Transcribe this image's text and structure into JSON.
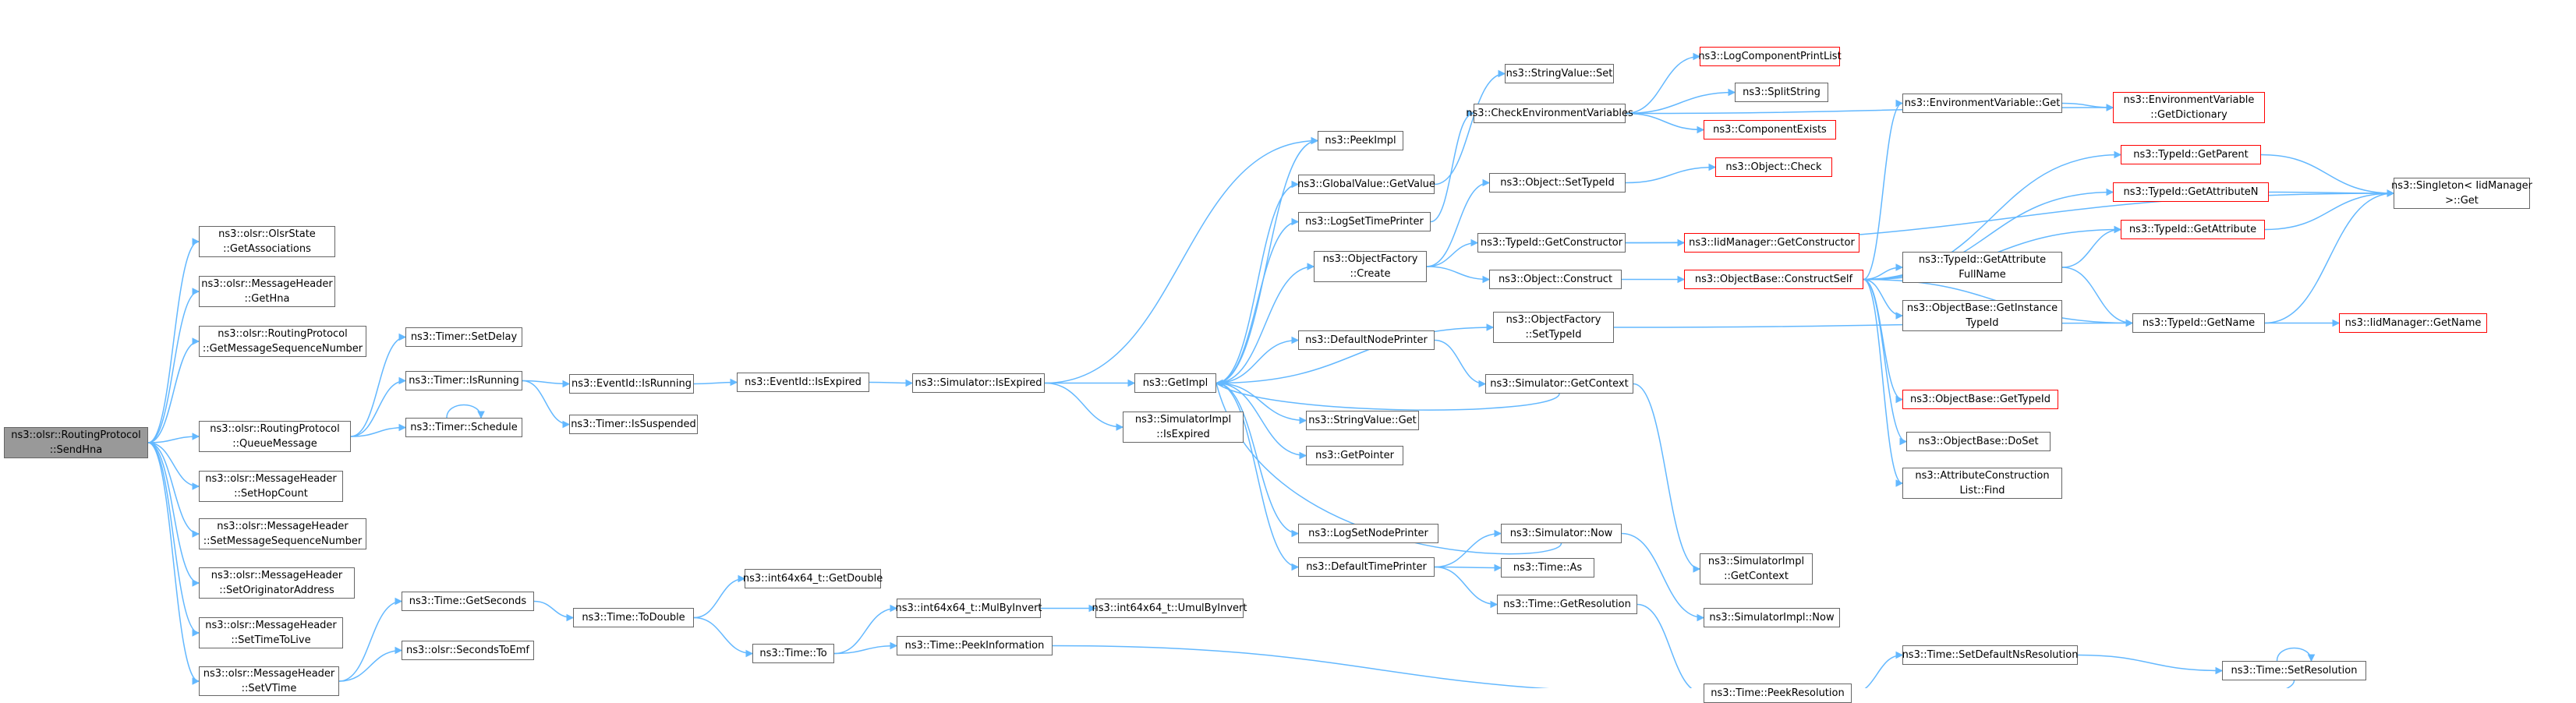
{
  "graph": {
    "title": "",
    "edge_color": "#63b8ff",
    "node_border_color": "#666666",
    "truncated_node_border_color": "#ff0000",
    "root_fill_color": "#999999",
    "nodes": [
      {
        "id": "root",
        "lines": [
          "ns3::olsr::RoutingProtocol",
          "::SendHna"
        ],
        "root": true
      },
      {
        "id": "getassoc",
        "lines": [
          "ns3::olsr::OlsrState",
          "::GetAssociations"
        ]
      },
      {
        "id": "gethna",
        "lines": [
          "ns3::olsr::MessageHeader",
          "::GetHna"
        ]
      },
      {
        "id": "getmsn",
        "lines": [
          "ns3::olsr::RoutingProtocol",
          "::GetMessageSequenceNumber"
        ]
      },
      {
        "id": "queuemsg",
        "lines": [
          "ns3::olsr::RoutingProtocol",
          "::QueueMessage"
        ]
      },
      {
        "id": "sethop",
        "lines": [
          "ns3::olsr::MessageHeader",
          "::SetHopCount"
        ]
      },
      {
        "id": "setmsn",
        "lines": [
          "ns3::olsr::MessageHeader",
          "::SetMessageSequenceNumber"
        ]
      },
      {
        "id": "setorig",
        "lines": [
          "ns3::olsr::MessageHeader",
          "::SetOriginatorAddress"
        ]
      },
      {
        "id": "setttl",
        "lines": [
          "ns3::olsr::MessageHeader",
          "::SetTimeToLive"
        ]
      },
      {
        "id": "setvtime",
        "lines": [
          "ns3::olsr::MessageHeader",
          "::SetVTime"
        ]
      },
      {
        "id": "timerdelay",
        "lines": [
          "ns3::Timer::SetDelay"
        ]
      },
      {
        "id": "timerrunning",
        "lines": [
          "ns3::Timer::IsRunning"
        ]
      },
      {
        "id": "timerschedule",
        "lines": [
          "ns3::Timer::Schedule"
        ]
      },
      {
        "id": "timegetseconds",
        "lines": [
          "ns3::Time::GetSeconds"
        ]
      },
      {
        "id": "secondstoemf",
        "lines": [
          "ns3::olsr::SecondsToEmf"
        ]
      },
      {
        "id": "eventrunning",
        "lines": [
          "ns3::EventId::IsRunning"
        ]
      },
      {
        "id": "timersuspended",
        "lines": [
          "ns3::Timer::IsSuspended"
        ]
      },
      {
        "id": "timetodouble",
        "lines": [
          "ns3::Time::ToDouble"
        ]
      },
      {
        "id": "eventexpired",
        "lines": [
          "ns3::EventId::IsExpired"
        ]
      },
      {
        "id": "int64getdouble",
        "lines": [
          "ns3::int64x64_t::GetDouble"
        ]
      },
      {
        "id": "timeto",
        "lines": [
          "ns3::Time::To"
        ]
      },
      {
        "id": "simexpired",
        "lines": [
          "ns3::Simulator::IsExpired"
        ]
      },
      {
        "id": "mulbyinvert",
        "lines": [
          "ns3::int64x64_t::MulByInvert"
        ]
      },
      {
        "id": "peekinfo",
        "lines": [
          "ns3::Time::PeekInformation"
        ]
      },
      {
        "id": "getimpl",
        "lines": [
          "ns3::GetImpl"
        ]
      },
      {
        "id": "simimplexpired",
        "lines": [
          "ns3::SimulatorImpl",
          "::IsExpired"
        ]
      },
      {
        "id": "umulbyinvert",
        "lines": [
          "ns3::int64x64_t::UmulByInvert"
        ]
      },
      {
        "id": "peekimpl",
        "lines": [
          "ns3::PeekImpl"
        ]
      },
      {
        "id": "globalvalue",
        "lines": [
          "ns3::GlobalValue::GetValue"
        ]
      },
      {
        "id": "logsettimeprinter",
        "lines": [
          "ns3::LogSetTimePrinter"
        ]
      },
      {
        "id": "objfactorycreate",
        "lines": [
          "ns3::ObjectFactory",
          "::Create"
        ]
      },
      {
        "id": "defaultnodeprinter",
        "lines": [
          "ns3::DefaultNodePrinter"
        ]
      },
      {
        "id": "stringvalueget",
        "lines": [
          "ns3::StringValue::Get"
        ]
      },
      {
        "id": "getpointer",
        "lines": [
          "ns3::GetPointer"
        ]
      },
      {
        "id": "logsetnodeprinter",
        "lines": [
          "ns3::LogSetNodePrinter"
        ]
      },
      {
        "id": "defaulttimeprinter",
        "lines": [
          "ns3::DefaultTimePrinter"
        ]
      },
      {
        "id": "stringvalueset",
        "lines": [
          "ns3::StringValue::Set"
        ]
      },
      {
        "id": "checkenv",
        "lines": [
          "ns3::CheckEnvironmentVariables"
        ]
      },
      {
        "id": "objsettypeid",
        "lines": [
          "ns3::Object::SetTypeId"
        ]
      },
      {
        "id": "typeidgetconstructor",
        "lines": [
          "ns3::TypeId::GetConstructor"
        ]
      },
      {
        "id": "objconstruct",
        "lines": [
          "ns3::Object::Construct"
        ]
      },
      {
        "id": "objfactorysettypeid",
        "lines": [
          "ns3::ObjectFactory",
          "::SetTypeId"
        ]
      },
      {
        "id": "simgetcontext",
        "lines": [
          "ns3::Simulator::GetContext"
        ]
      },
      {
        "id": "simnow",
        "lines": [
          "ns3::Simulator::Now"
        ]
      },
      {
        "id": "timeas",
        "lines": [
          "ns3::Time::As"
        ]
      },
      {
        "id": "timegetres",
        "lines": [
          "ns3::Time::GetResolution"
        ]
      },
      {
        "id": "logcompprint",
        "lines": [
          "ns3::LogComponentPrintList"
        ],
        "red": true
      },
      {
        "id": "splitstring",
        "lines": [
          "ns3::SplitString"
        ]
      },
      {
        "id": "compexists",
        "lines": [
          "ns3::ComponentExists"
        ],
        "red": true
      },
      {
        "id": "objcheck",
        "lines": [
          "ns3::Object::Check"
        ],
        "red": true
      },
      {
        "id": "iidgetconstructor",
        "lines": [
          "ns3::IidManager::GetConstructor"
        ],
        "red": true
      },
      {
        "id": "constructself",
        "lines": [
          "ns3::ObjectBase::ConstructSelf"
        ],
        "red": true
      },
      {
        "id": "simimplgetcontext",
        "lines": [
          "ns3::SimulatorImpl",
          "::GetContext"
        ]
      },
      {
        "id": "simimplnow",
        "lines": [
          "ns3::SimulatorImpl::Now"
        ]
      },
      {
        "id": "peekres",
        "lines": [
          "ns3::Time::PeekResolution"
        ]
      },
      {
        "id": "envget",
        "lines": [
          "ns3::EnvironmentVariable::Get"
        ]
      },
      {
        "id": "envgetdict",
        "lines": [
          "ns3::EnvironmentVariable",
          "::GetDictionary"
        ],
        "red": true
      },
      {
        "id": "typeidgetparent",
        "lines": [
          "ns3::TypeId::GetParent"
        ],
        "red": true
      },
      {
        "id": "typeidgetattrn",
        "lines": [
          "ns3::TypeId::GetAttributeN"
        ],
        "red": true
      },
      {
        "id": "typeidgetattr",
        "lines": [
          "ns3::TypeId::GetAttribute"
        ],
        "red": true
      },
      {
        "id": "typeidgetattrfull",
        "lines": [
          "ns3::TypeId::GetAttribute",
          "FullName"
        ]
      },
      {
        "id": "getinstancetypeid",
        "lines": [
          "ns3::ObjectBase::GetInstance",
          "TypeId"
        ]
      },
      {
        "id": "objbasegettypeid",
        "lines": [
          "ns3::ObjectBase::GetTypeId"
        ],
        "red": true
      },
      {
        "id": "doset",
        "lines": [
          "ns3::ObjectBase::DoSet"
        ]
      },
      {
        "id": "attrlistfind",
        "lines": [
          "ns3::AttributeConstruction",
          "List::Find"
        ]
      },
      {
        "id": "typeidgetname",
        "lines": [
          "ns3::TypeId::GetName"
        ]
      },
      {
        "id": "setdefaultnsres",
        "lines": [
          "ns3::Time::SetDefaultNsResolution"
        ]
      },
      {
        "id": "singletonget",
        "lines": [
          "ns3::Singleton< IidManager",
          " >::Get"
        ]
      },
      {
        "id": "iidgetname",
        "lines": [
          "ns3::IidManager::GetName"
        ],
        "red": true
      },
      {
        "id": "timesetres",
        "lines": [
          "ns3::Time::SetResolution"
        ]
      }
    ],
    "edges": [
      [
        "root",
        "getassoc"
      ],
      [
        "root",
        "gethna"
      ],
      [
        "root",
        "getmsn"
      ],
      [
        "root",
        "queuemsg"
      ],
      [
        "root",
        "sethop"
      ],
      [
        "root",
        "setmsn"
      ],
      [
        "root",
        "setorig"
      ],
      [
        "root",
        "setttl"
      ],
      [
        "root",
        "setvtime"
      ],
      [
        "queuemsg",
        "timerdelay"
      ],
      [
        "queuemsg",
        "timerrunning"
      ],
      [
        "queuemsg",
        "timerschedule"
      ],
      [
        "timerschedule",
        "timerschedule"
      ],
      [
        "timerrunning",
        "eventrunning"
      ],
      [
        "timerrunning",
        "timersuspended"
      ],
      [
        "eventrunning",
        "eventexpired"
      ],
      [
        "eventexpired",
        "simexpired"
      ],
      [
        "simexpired",
        "peekimpl"
      ],
      [
        "simexpired",
        "getimpl"
      ],
      [
        "simexpired",
        "simimplexpired"
      ],
      [
        "setvtime",
        "timegetseconds"
      ],
      [
        "setvtime",
        "secondstoemf"
      ],
      [
        "timegetseconds",
        "timetodouble"
      ],
      [
        "timetodouble",
        "int64getdouble"
      ],
      [
        "timetodouble",
        "timeto"
      ],
      [
        "timeto",
        "mulbyinvert"
      ],
      [
        "timeto",
        "peekinfo"
      ],
      [
        "mulbyinvert",
        "umulbyinvert"
      ],
      [
        "peekinfo",
        "peekres"
      ],
      [
        "getimpl",
        "peekimpl"
      ],
      [
        "getimpl",
        "globalvalue"
      ],
      [
        "getimpl",
        "logsettimeprinter"
      ],
      [
        "getimpl",
        "objfactorycreate"
      ],
      [
        "getimpl",
        "objfactorysettypeid"
      ],
      [
        "getimpl",
        "defaultnodeprinter"
      ],
      [
        "getimpl",
        "stringvalueget"
      ],
      [
        "getimpl",
        "getpointer"
      ],
      [
        "getimpl",
        "logsetnodeprinter"
      ],
      [
        "getimpl",
        "defaulttimeprinter"
      ],
      [
        "globalvalue",
        "stringvalueset"
      ],
      [
        "logsettimeprinter",
        "checkenv"
      ],
      [
        "checkenv",
        "logcompprint"
      ],
      [
        "checkenv",
        "splitstring"
      ],
      [
        "checkenv",
        "compexists"
      ],
      [
        "checkenv",
        "envgetdict"
      ],
      [
        "objfactorycreate",
        "objsettypeid"
      ],
      [
        "objfactorycreate",
        "typeidgetconstructor"
      ],
      [
        "objfactorycreate",
        "objconstruct"
      ],
      [
        "objsettypeid",
        "objcheck"
      ],
      [
        "typeidgetconstructor",
        "iidgetconstructor"
      ],
      [
        "typeidgetconstructor",
        "singletonget"
      ],
      [
        "objconstruct",
        "constructself"
      ],
      [
        "defaultnodeprinter",
        "simgetcontext"
      ],
      [
        "simgetcontext",
        "getimpl"
      ],
      [
        "simgetcontext",
        "simimplgetcontext"
      ],
      [
        "defaulttimeprinter",
        "simnow"
      ],
      [
        "defaulttimeprinter",
        "timeas"
      ],
      [
        "defaulttimeprinter",
        "timegetres"
      ],
      [
        "simnow",
        "getimpl"
      ],
      [
        "simnow",
        "simimplnow"
      ],
      [
        "timegetres",
        "peekres"
      ],
      [
        "objfactorysettypeid",
        "typeidgetname"
      ],
      [
        "constructself",
        "envget"
      ],
      [
        "constructself",
        "typeidgetparent"
      ],
      [
        "constructself",
        "typeidgetattrn"
      ],
      [
        "constructself",
        "typeidgetattr"
      ],
      [
        "constructself",
        "typeidgetattrfull"
      ],
      [
        "constructself",
        "getinstancetypeid"
      ],
      [
        "constructself",
        "objbasegettypeid"
      ],
      [
        "constructself",
        "doset"
      ],
      [
        "constructself",
        "attrlistfind"
      ],
      [
        "constructself",
        "typeidgetname"
      ],
      [
        "envget",
        "envgetdict"
      ],
      [
        "typeidgetparent",
        "singletonget"
      ],
      [
        "typeidgetattrn",
        "singletonget"
      ],
      [
        "typeidgetattr",
        "singletonget"
      ],
      [
        "typeidgetattrfull",
        "typeidgetattr"
      ],
      [
        "typeidgetattrfull",
        "typeidgetname"
      ],
      [
        "typeidgetname",
        "singletonget"
      ],
      [
        "typeidgetname",
        "iidgetname"
      ],
      [
        "peekres",
        "setdefaultnsres"
      ],
      [
        "setdefaultnsres",
        "timesetres"
      ],
      [
        "timesetres",
        "timesetres"
      ],
      [
        "timesetres",
        "peekres"
      ]
    ]
  }
}
